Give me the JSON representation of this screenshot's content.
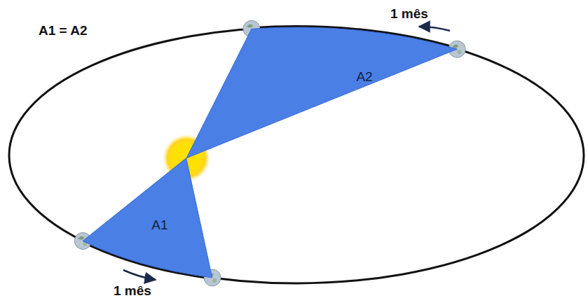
{
  "diagram": {
    "nodes": [
      {
        "text": [
          "A2"
        ]
      },
      {
        "text": [
          "A1"
        ]
      }
    ],
    "labels": [
      "A1 = A2",
      "1 mês",
      "1 mês"
    ]
  }
}
